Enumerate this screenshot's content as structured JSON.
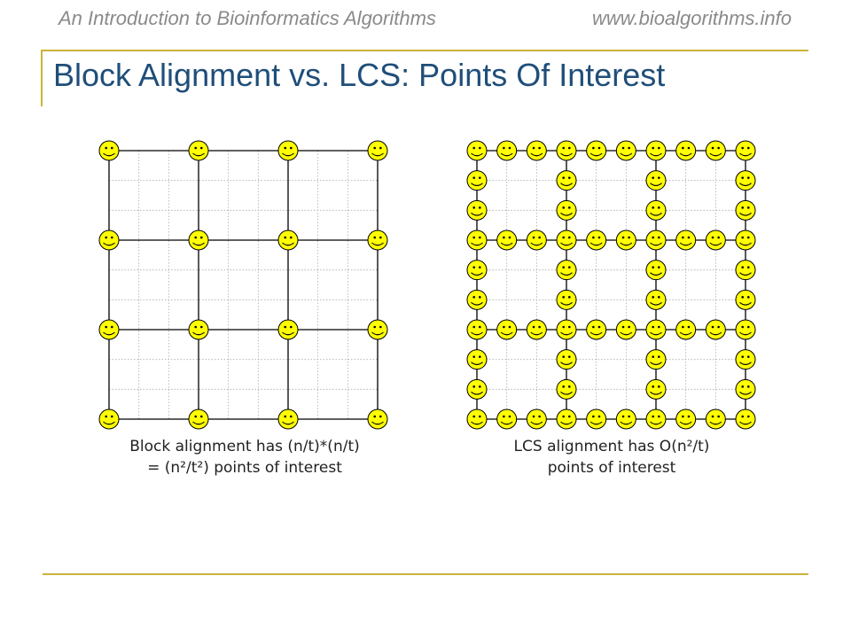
{
  "header": {
    "left": "An Introduction to Bioinformatics Algorithms",
    "right": "www.bioalgorithms.info"
  },
  "title": "Block Alignment vs. LCS: Points Of Interest",
  "left_panel": {
    "caption_line1": "Block alignment has (n/t)*(n/t)",
    "caption_line2": "= (n²/t²) points of interest",
    "block_divisions": 3,
    "sub_divisions": 3,
    "points_of_interest": "block corners"
  },
  "right_panel": {
    "caption_line1": "LCS alignment has O(n²/t)",
    "caption_line2": "points of interest",
    "block_divisions": 3,
    "sub_divisions": 3,
    "points_of_interest": "all points on block borders"
  },
  "colors": {
    "accent_rule": "#c8b43a",
    "title": "#1f4e79",
    "smiley_fill": "#ffff00",
    "grid_dotted": "#aaaaaa",
    "grid_solid": "#000000"
  },
  "icons": [
    "smiley-face-icon"
  ]
}
